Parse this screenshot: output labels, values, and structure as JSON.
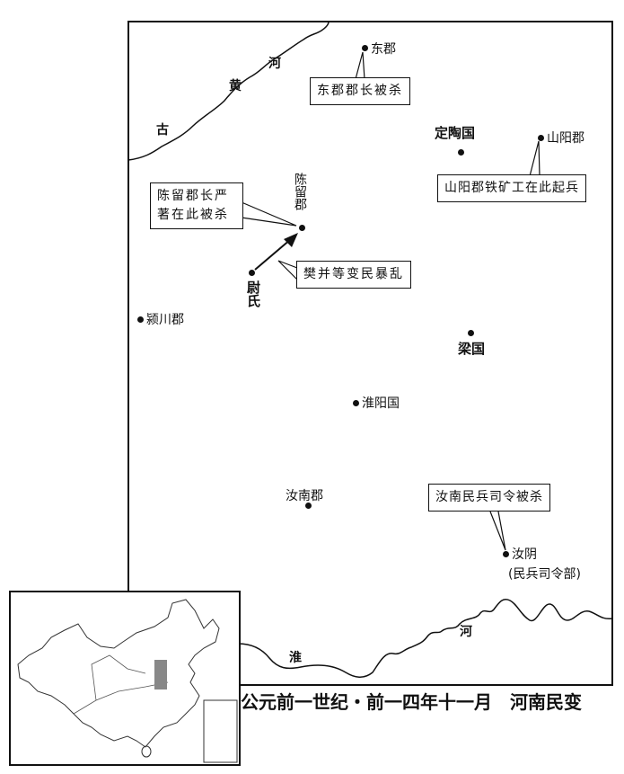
{
  "title": "公元前一世纪・前一四年十一月　河南民变",
  "rivers": {
    "yellow_river": [
      "古",
      "黄",
      "河"
    ],
    "huai_river": [
      "淮",
      "河"
    ]
  },
  "places": {
    "dongjun": "东郡",
    "dingtao": "定陶国",
    "shanyang": "山阳郡",
    "chenliu": "陈留郡",
    "weishi": "尉氏",
    "yingchuan": "颍川郡",
    "liang": "梁国",
    "huaiyang": "淮阳国",
    "runan": "汝南郡",
    "ruyin": "汝阴",
    "ruyin_note": "(民兵司令部)"
  },
  "callouts": {
    "dongjun": "东郡郡长被杀",
    "shanyang": "山阳郡铁矿工在此起兵",
    "chenliu_line1": "陈留郡长严",
    "chenliu_line2": "著在此被杀",
    "weishi": "樊并等变民暴乱",
    "runan": "汝南民兵司令被杀"
  },
  "inset": {
    "highlight_color": "#888888"
  }
}
